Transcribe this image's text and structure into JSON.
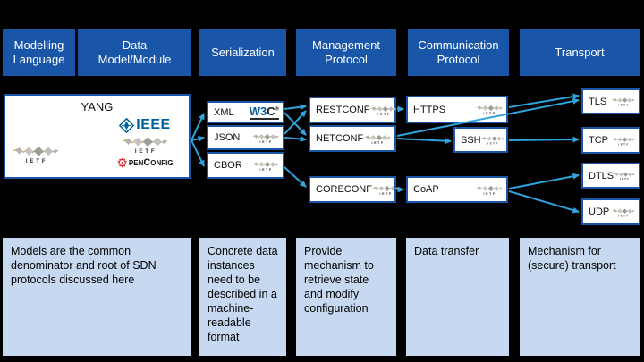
{
  "slide": {
    "background": "#000000",
    "headers": [
      {
        "label": "Modelling Language"
      },
      {
        "label": "Data\nModel/Module"
      },
      {
        "label": "Serialization"
      },
      {
        "label": "Management Protocol"
      },
      {
        "label": "Communication Protocol"
      },
      {
        "label": "Transport"
      }
    ],
    "model_box": {
      "title": "YANG"
    },
    "nodes": {
      "serialization": [
        {
          "label": "XML",
          "logo": "w3c"
        },
        {
          "label": "JSON",
          "logo": "ietf"
        },
        {
          "label": "CBOR",
          "logo": "ietf"
        }
      ],
      "management": [
        {
          "label": "RESTCONF",
          "logo": "ietf"
        },
        {
          "label": "NETCONF",
          "logo": "ietf"
        },
        {
          "label": "CORECONF",
          "logo": "ietf"
        }
      ],
      "communication": [
        {
          "label": "HTTPS",
          "logo": "ietf"
        },
        {
          "label": "SSH",
          "logo": "ietf"
        },
        {
          "label": "CoAP",
          "logo": "ietf"
        }
      ],
      "transport": [
        {
          "label": "TLS",
          "logo": "ietf"
        },
        {
          "label": "TCP",
          "logo": "ietf"
        },
        {
          "label": "DTLS",
          "logo": "ietf"
        },
        {
          "label": "UDP",
          "logo": "ietf"
        }
      ]
    },
    "connections": [
      "YANG→XML",
      "YANG→JSON",
      "YANG→CBOR",
      "XML→RESTCONF",
      "XML→NETCONF",
      "JSON→RESTCONF",
      "JSON→NETCONF",
      "CBOR→CORECONF",
      "RESTCONF→HTTPS",
      "NETCONF→SSH",
      "NETCONF→TLS",
      "HTTPS→TLS",
      "SSH→TCP",
      "CORECONF→CoAP",
      "CoAP→DTLS",
      "CoAP→UDP"
    ],
    "notes": [
      {
        "text": "Models are the common denominator and root of SDN protocols discussed here"
      },
      {
        "text": "Concrete data instances need to be described in a machine-readable format"
      },
      {
        "text": "Provide mechanism to retrieve state and modify configuration"
      },
      {
        "text": "Data transfer"
      },
      {
        "text": "Mechanism for (secure) transport"
      }
    ]
  },
  "logos": {
    "ietf": {
      "letters": "I E T F"
    },
    "ieee": {
      "label": "IEEE"
    },
    "openconfig": {
      "label": "OpenConfig",
      "gear_icon": "⚙",
      "label_after_gear": "penConfig"
    },
    "w3c": {
      "w3": "W3",
      "c": "C",
      "reg": "®"
    }
  },
  "colors": {
    "header_blue": "#1a56a8",
    "box_border_blue": "#1a56a8",
    "arrow_blue": "#2ea3dd",
    "note_bg": "#c7d9f1",
    "ieee_blue": "#00629b",
    "openconfig_red": "#cf2027",
    "w3c_blue": "#005a9c",
    "ietf_gold": "#c49b40"
  }
}
